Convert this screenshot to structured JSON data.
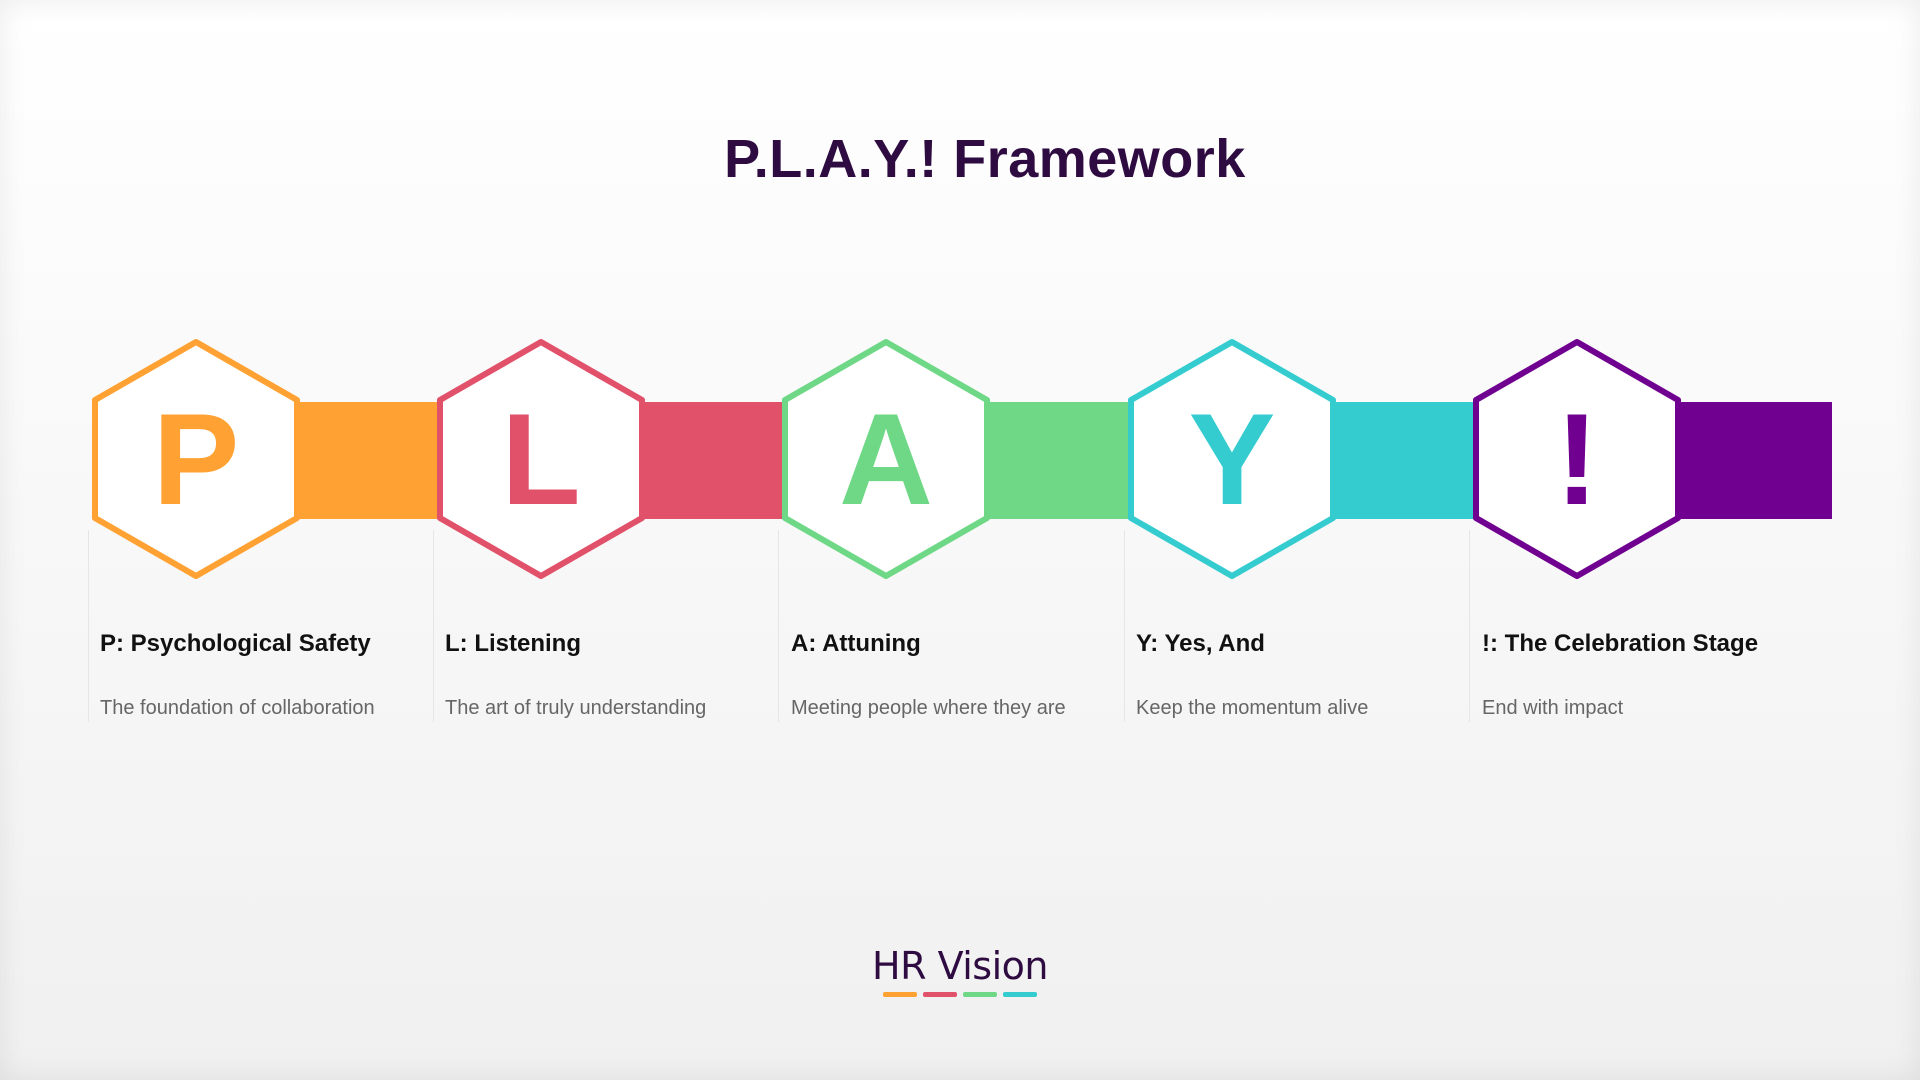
{
  "title": "P.L.A.Y.! Framework",
  "steps": [
    {
      "letter": "P",
      "heading": "P: Psychological Safety",
      "description": "The foundation of collaboration",
      "color": "#ffa233",
      "icon": "hexagon-p-icon"
    },
    {
      "letter": "L",
      "heading": "L: Listening",
      "description": "The art of truly understanding",
      "color": "#e2516a",
      "icon": "hexagon-l-icon"
    },
    {
      "letter": "A",
      "heading": "A: Attuning",
      "description": "Meeting people where they are",
      "color": "#6ed886",
      "icon": "hexagon-a-icon"
    },
    {
      "letter": "Y",
      "heading": "Y: Yes, And",
      "description": "Keep the momentum alive",
      "color": "#35ccd0",
      "icon": "hexagon-y-icon"
    },
    {
      "letter": "!",
      "heading": "!: The Celebration Stage",
      "description": "End with impact",
      "color": "#700090",
      "icon": "hexagon-exclamation-icon"
    }
  ],
  "logo": {
    "text": "HR Vision",
    "underline_colors": [
      "#ffa233",
      "#e2516a",
      "#6ed886",
      "#35ccd0"
    ]
  }
}
